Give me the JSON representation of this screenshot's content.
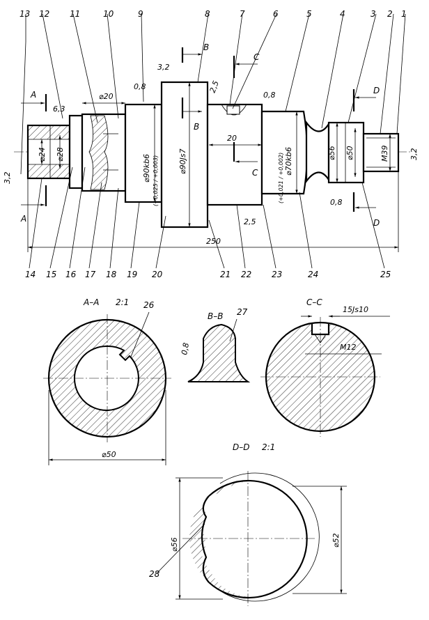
{
  "callouts": [
    "1",
    "2",
    "3",
    "4",
    "5",
    "6",
    "7",
    "8",
    "9",
    "10",
    "11",
    "12",
    "13",
    "14",
    "15",
    "16",
    "17",
    "18",
    "19",
    "20",
    "21",
    "22",
    "23",
    "24",
    "25",
    "26",
    "27",
    "28"
  ],
  "roughness": {
    "r63": "6,3",
    "r32_top": "3,2",
    "r08_a": "0,8",
    "r25_top": "2,5",
    "r08_b": "0,8",
    "r32_left": "3,2",
    "r32_right": "3,2",
    "r08_c": "0,8",
    "r25_bottom": "2,5",
    "r08_bb": "0,8"
  },
  "dimensions": {
    "d20": "⌀20",
    "d24": "⌀24",
    "d28": "⌀28",
    "d90kb6": "⌀90kb6",
    "d90kb6_tol": "(+0,025 / +0,003)",
    "d90js7": "⌀90Js7",
    "w20": "20",
    "d70kb6": "⌀70kb6",
    "d70kb6_tol": "(+0,021 / +0,002)",
    "d56": "⌀56",
    "d50_main": "⌀50",
    "m39": "M39",
    "len250": "250",
    "d50_aa": "⌀50",
    "js10": "15Js10",
    "m12": "M12",
    "d56_dd": "⌀56",
    "d52_dd": "⌀52"
  },
  "section_markers": {
    "a_top": "A",
    "a_bottom": "A",
    "b_top": "B",
    "b_bottom": "B",
    "c_top": "C",
    "c_bottom": "C",
    "d_top": "D",
    "d_bottom": "D"
  },
  "section_titles": {
    "aa": "A–A",
    "aa_scale": "2:1",
    "bb": "B–B",
    "cc": "C–C",
    "dd": "D–D",
    "dd_scale": "2:1"
  }
}
